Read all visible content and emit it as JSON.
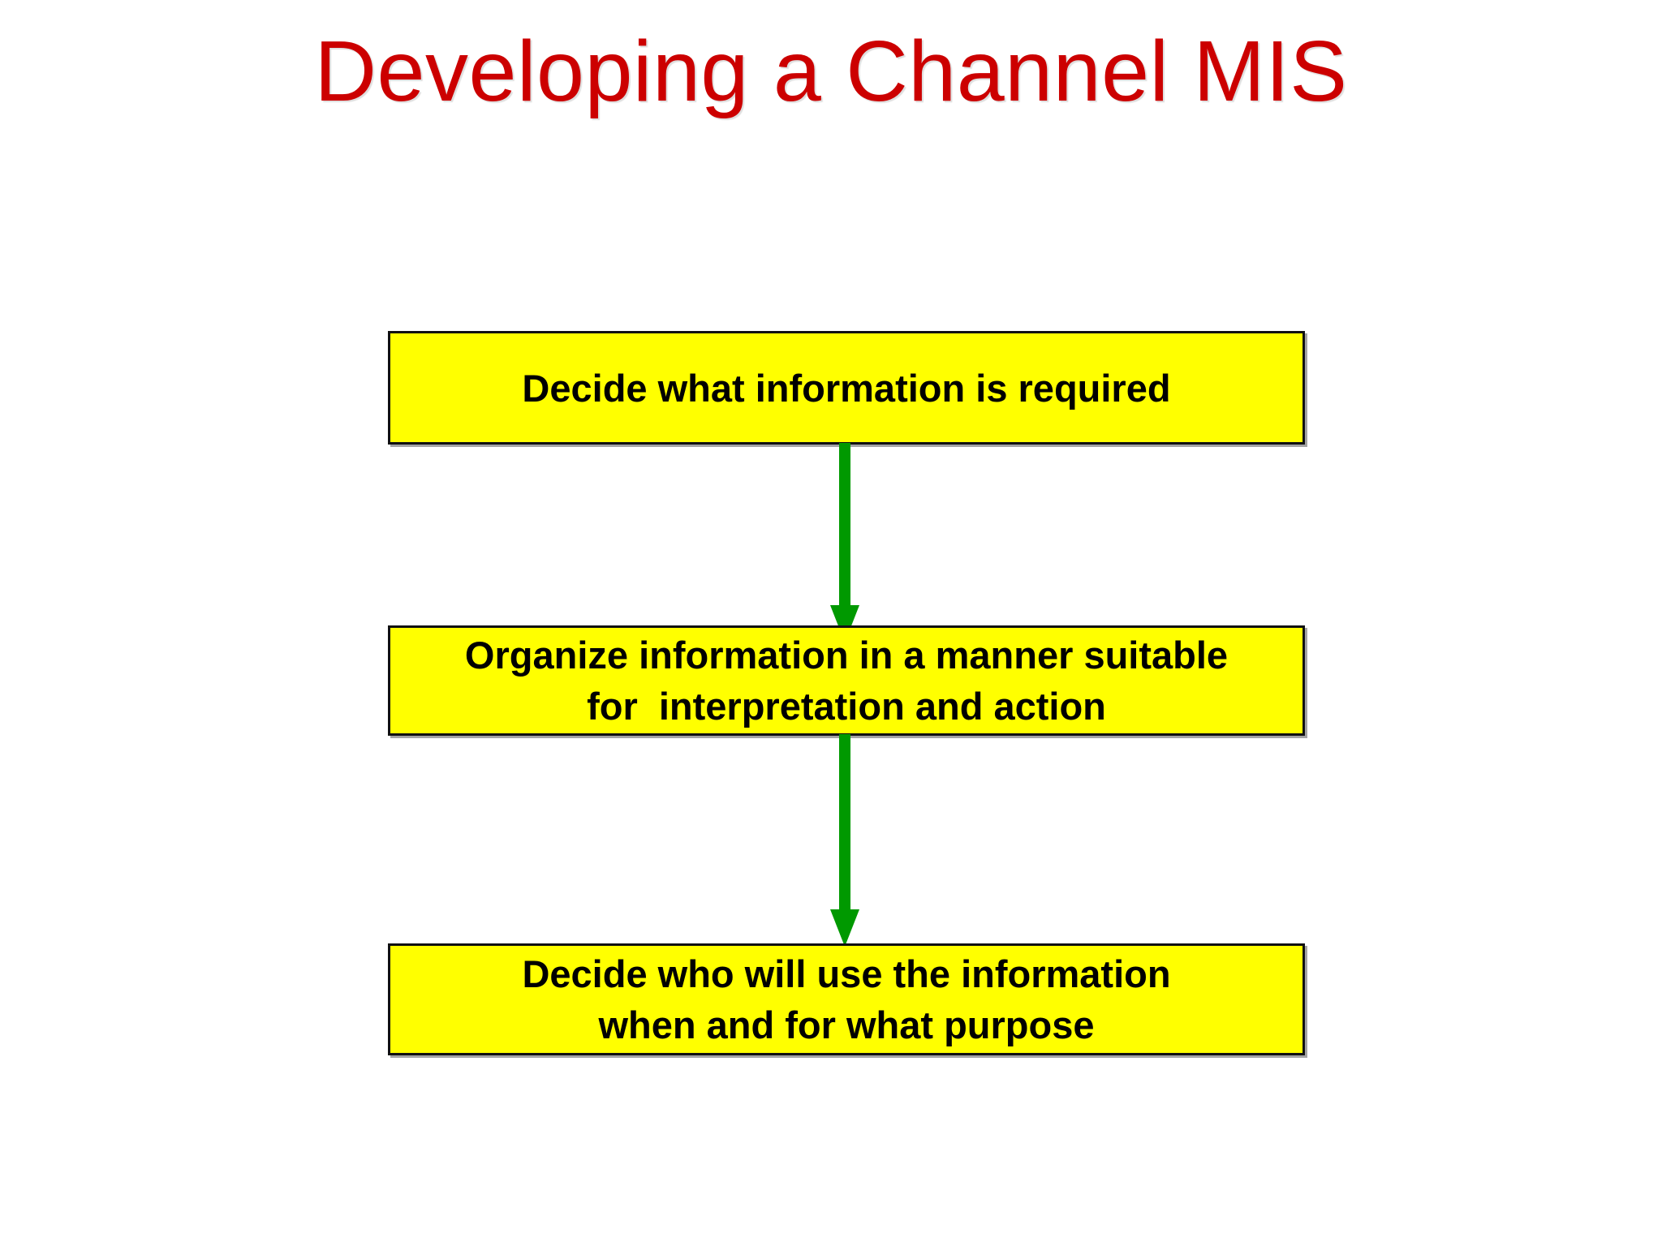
{
  "slide": {
    "background_color": "#ffffff",
    "title": "Developing a Channel MIS",
    "title_color": "#cc0000"
  },
  "flow": {
    "box_fill_color": "#ffff00",
    "box_border_color": "#111111",
    "box_text_color": "#000000",
    "arrow_color": "#009900",
    "steps": [
      {
        "id": "step-1",
        "lines": [
          "Decide what information is required"
        ]
      },
      {
        "id": "step-2",
        "lines": [
          "Organize information in a manner suitable",
          "for  interpretation and action"
        ]
      },
      {
        "id": "step-3",
        "lines": [
          "Decide who will use the information",
          "when and for what purpose"
        ]
      }
    ],
    "connectors": [
      {
        "id": "connector-1",
        "from": "step-1",
        "to": "step-2",
        "direction": "down"
      },
      {
        "id": "connector-2",
        "from": "step-2",
        "to": "step-3",
        "direction": "down"
      }
    ]
  }
}
